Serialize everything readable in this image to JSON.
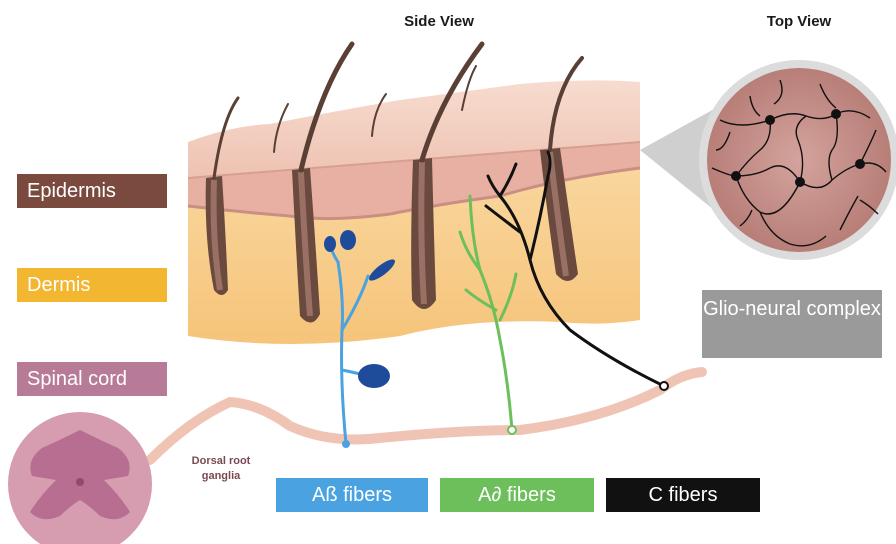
{
  "headings": {
    "side_view": "Side View",
    "top_view": "Top View"
  },
  "layer_labels": {
    "epidermis": "Epidermis",
    "dermis": "Dermis",
    "spinal_cord": "Spinal cord"
  },
  "annotations": {
    "dorsal_root_ganglia": "Dorsal root ganglia",
    "glio_neural_complex": "Glio-neural complex"
  },
  "fiber_labels": {
    "a_beta": "Aß fibers",
    "a_delta": "A∂ fibers",
    "c": "C fibers"
  },
  "colors": {
    "epidermis": "#7b4a3f",
    "dermis": "#f2b630",
    "spinal_cord": "#b77a97",
    "a_beta_fiber": "#4aa3e0",
    "a_delta_fiber": "#6cbf5a",
    "c_fiber": "#111111",
    "glio_box": "#9a9a9a",
    "skin_surface": "#f3cfc0",
    "hair": "#5a3f35"
  }
}
